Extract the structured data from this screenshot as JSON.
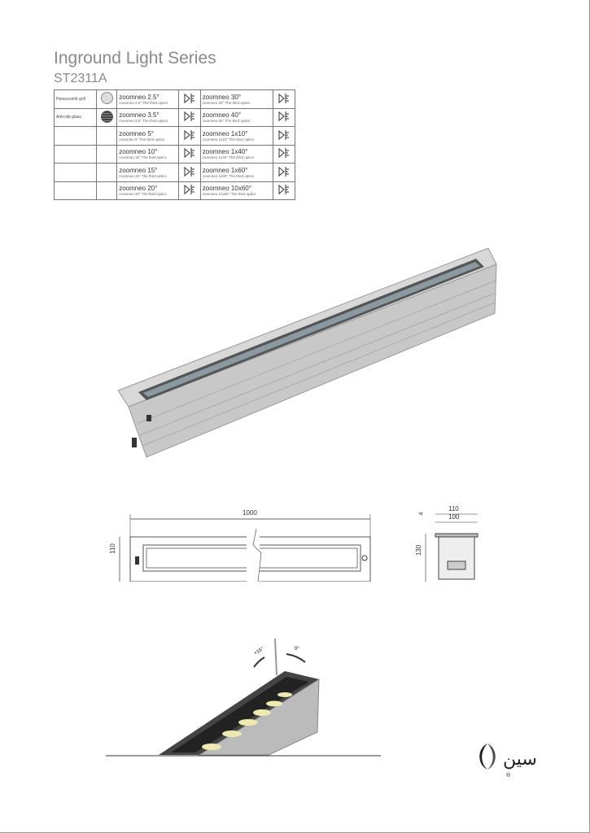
{
  "header": {
    "title": "Inground Light Series",
    "model": "ST2311A"
  },
  "options_table": {
    "rows": [
      {
        "label": "Honeycomb grill",
        "swatch": "light",
        "a_name": "zoomneo 2.5°",
        "a_sub": "zoomneo 2.5°  The third optics",
        "b_name": "zoomneo 30°",
        "b_sub": "zoomneo 30°  The third optics"
      },
      {
        "label": "Anti-slip glass",
        "swatch": "dark",
        "a_name": "zoomneo 3.5°",
        "a_sub": "zoomneo 3.5°  The third optics",
        "b_name": "zoomneo 40°",
        "b_sub": "zoomneo 40°  The third optics"
      },
      {
        "label": "",
        "swatch": "",
        "a_name": "zoomneo 5°",
        "a_sub": "zoomneo 5°  The third optics",
        "b_name": "zoomneo 1x10°",
        "b_sub": "zoomneo 1x10°  The third optics"
      },
      {
        "label": "",
        "swatch": "",
        "a_name": "zoomneo 10°",
        "a_sub": "zoomneo 10°  The third optics",
        "b_name": "zoomneo 1x40°",
        "b_sub": "zoomneo 1x40°  The third optics"
      },
      {
        "label": "",
        "swatch": "",
        "a_name": "zoomneo 15°",
        "a_sub": "zoomneo 15°  The third optics",
        "b_name": "zoomneo 1x60°",
        "b_sub": "zoomneo 1x60°  The third optics"
      },
      {
        "label": "",
        "swatch": "",
        "a_name": "zoomneo 20°",
        "a_sub": "zoomneo 20°  The third optics",
        "b_name": "zoomneo 10x60°",
        "b_sub": "zoomneo 10x60°  The third optics"
      }
    ]
  },
  "drawing": {
    "length": "1000",
    "height": "110",
    "width_outer": "110",
    "width_inner": "100",
    "lip": "4",
    "depth": "130"
  },
  "tilt": {
    "left_angle": "+15°",
    "right_angle": "0°"
  },
  "logo": {
    "text": "سين",
    "mark": "®"
  }
}
